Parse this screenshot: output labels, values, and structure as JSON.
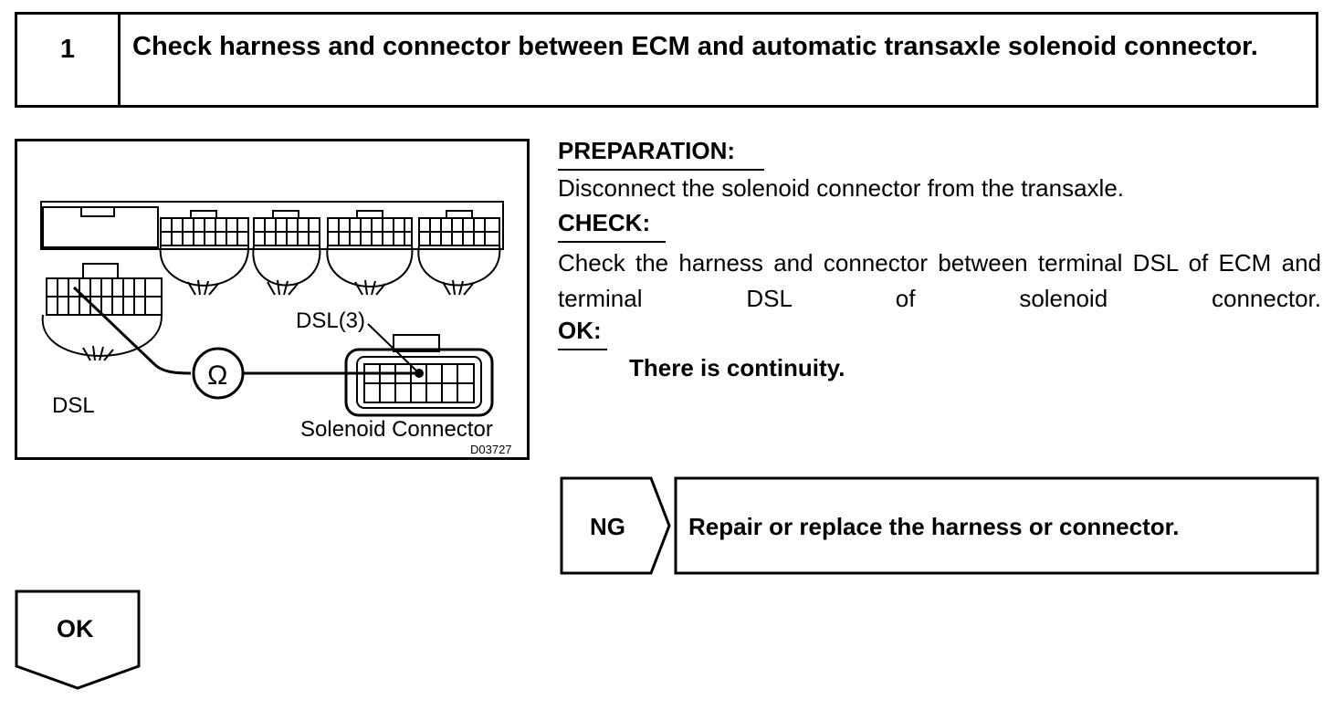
{
  "step": {
    "number": "1",
    "title": "Check harness and connector between ECM and automatic transaxle solenoid connector."
  },
  "figure": {
    "labels": {
      "dsl_ecm": "DSL",
      "dsl_pin": "DSL(3)",
      "solenoid_connector": "Solenoid Connector",
      "ohm_symbol": "Ω"
    },
    "figure_code": "D03727"
  },
  "procedure": {
    "preparation_heading": "PREPARATION:",
    "preparation_text": "Disconnect the solenoid connector from the transaxle.",
    "check_heading": "CHECK:",
    "check_text": "Check the harness and connector between terminal DSL of ECM and terminal DSL of solenoid connector.",
    "ok_heading": "OK:",
    "ok_result": "There is continuity."
  },
  "flow": {
    "ng_label": "NG",
    "ng_action": "Repair or replace the harness or connector.",
    "ok_label": "OK"
  }
}
